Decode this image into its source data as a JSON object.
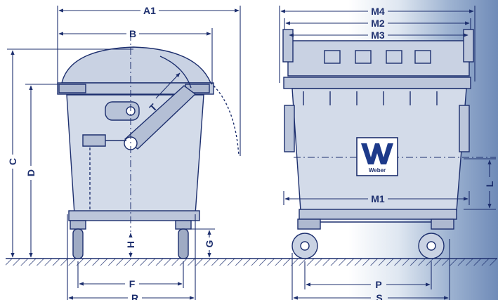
{
  "labels": {
    "A1": "A1",
    "B": "B",
    "C": "C",
    "D": "D",
    "T": "T",
    "H": "H",
    "G": "G",
    "F": "F",
    "R": "R",
    "M4": "M4",
    "M2": "M2",
    "M3": "M3",
    "M1": "M1",
    "L": "L",
    "P": "P",
    "S": "S"
  },
  "logo": {
    "brand": "Weber"
  },
  "colors": {
    "line": "#1d2f6e",
    "body_fill": "#cfd7e6",
    "ground": "#1d2f6e",
    "logo_blue": "#1d3a8a"
  }
}
